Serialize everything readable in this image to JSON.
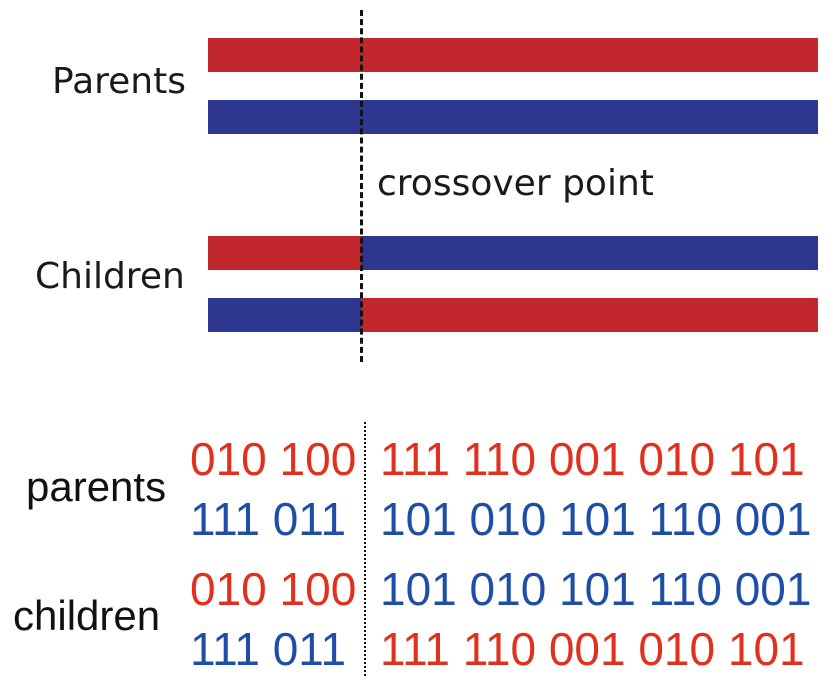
{
  "top": {
    "parents_label": "Parents",
    "children_label": "Children",
    "crossover_label": "crossover point",
    "colors": {
      "red": "#c1272d",
      "blue": "#2e3790"
    }
  },
  "bottom": {
    "parents_label": "parents",
    "children_label": "children",
    "rows": [
      {
        "left": "010 100",
        "right": "111 110 001 010 101",
        "left_color": "red",
        "right_color": "red"
      },
      {
        "left": "111 011",
        "right": "101 010 101 110 001",
        "left_color": "blue",
        "right_color": "blue"
      },
      {
        "left": "010 100",
        "right": "101 010 101 110 001",
        "left_color": "red",
        "right_color": "blue"
      },
      {
        "left": "111 011",
        "right": "111 110 001 010 101",
        "left_color": "blue",
        "right_color": "red"
      }
    ],
    "colors": {
      "red": "#e0301e",
      "blue": "#1f4ea8"
    }
  }
}
